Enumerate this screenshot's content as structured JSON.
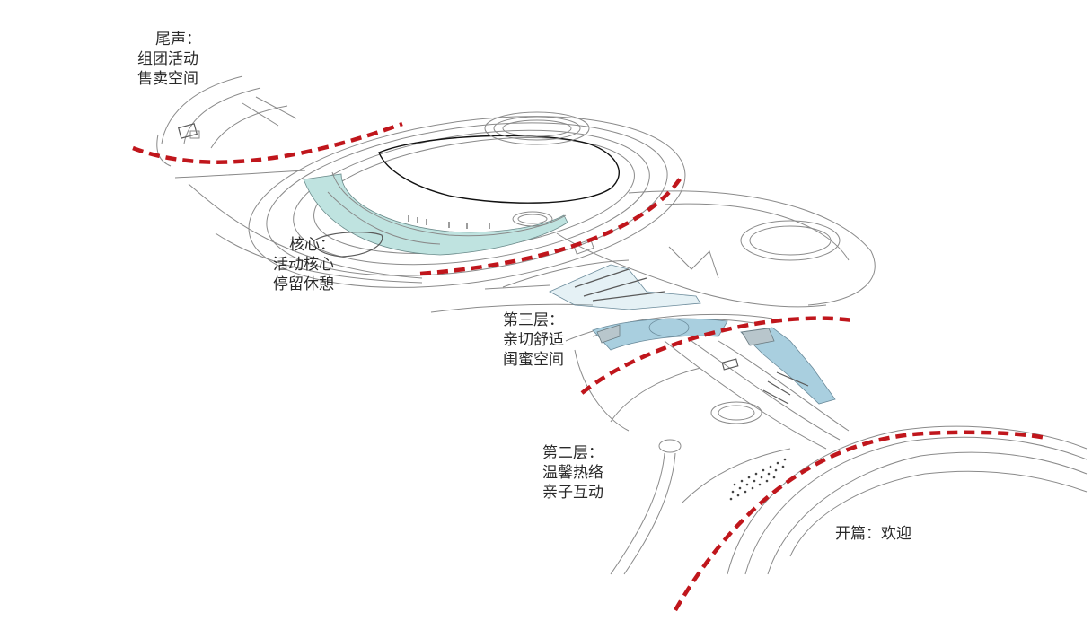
{
  "zones": [
    {
      "id": "epilogue",
      "lines": [
        "尾声：",
        "组团活动",
        "售卖空间"
      ]
    },
    {
      "id": "core",
      "lines": [
        "核心：",
        "活动核心",
        "停留休憩"
      ]
    },
    {
      "id": "floor3",
      "lines": [
        "第三层：",
        "亲切舒适",
        "闺蜜空间"
      ]
    },
    {
      "id": "floor2",
      "lines": [
        "第二层：",
        "温馨热络",
        "亲子互动"
      ]
    },
    {
      "id": "opening",
      "lines": [
        "开篇：欢迎"
      ]
    }
  ],
  "colors": {
    "divider": "#c0161c",
    "core_fill": "#bfe3e0",
    "floor_fill": "#a9cfdf",
    "line": "#8a8a8a"
  }
}
